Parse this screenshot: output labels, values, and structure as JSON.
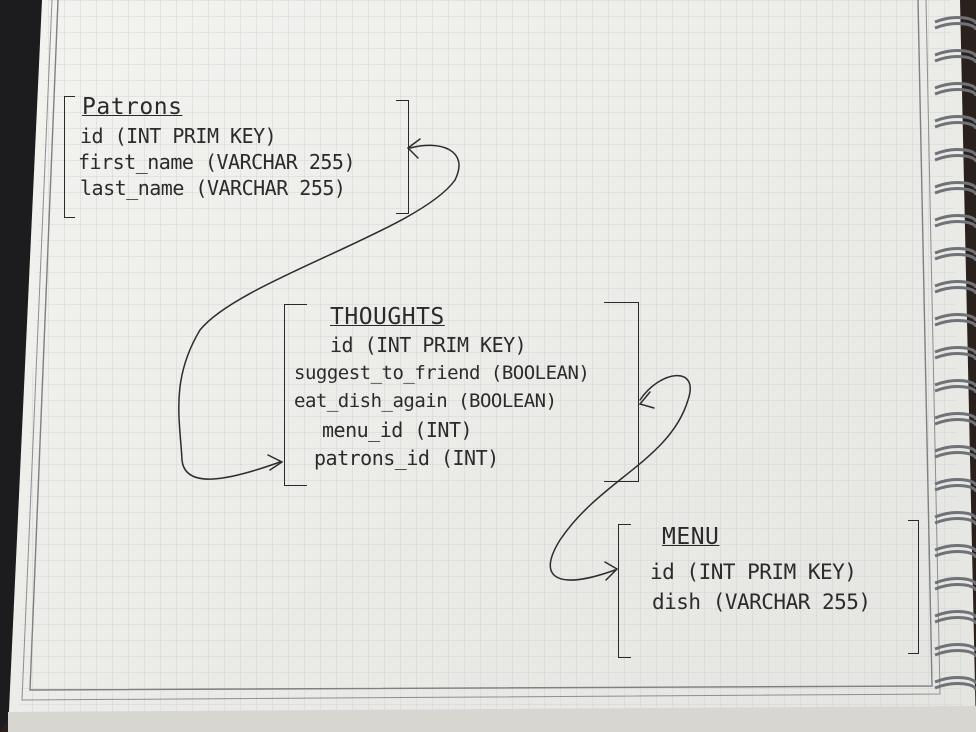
{
  "diagram": {
    "entities": [
      {
        "id": "patrons",
        "title": "Patrons",
        "fields": [
          "id (INT PRIM KEY)",
          "first_name (VARCHAR 255)",
          "last_name (VARCHAR 255)"
        ]
      },
      {
        "id": "thoughts",
        "title": "THOUGHTS",
        "fields": [
          "id (INT PRIM KEY)",
          "suggest_to_friend (BOOLEAN)",
          "eat_dish_again (BOOLEAN)",
          "menu_id (INT)",
          "patrons_id (INT)"
        ]
      },
      {
        "id": "menu",
        "title": "MENU",
        "fields": [
          "id (INT PRIM KEY)",
          "dish (VARCHAR 255)"
        ]
      }
    ],
    "relationships": [
      {
        "from": "thoughts.patrons_id",
        "to": "patrons.id"
      },
      {
        "from": "thoughts.eat_dish_again",
        "to": "menu.id"
      }
    ]
  }
}
